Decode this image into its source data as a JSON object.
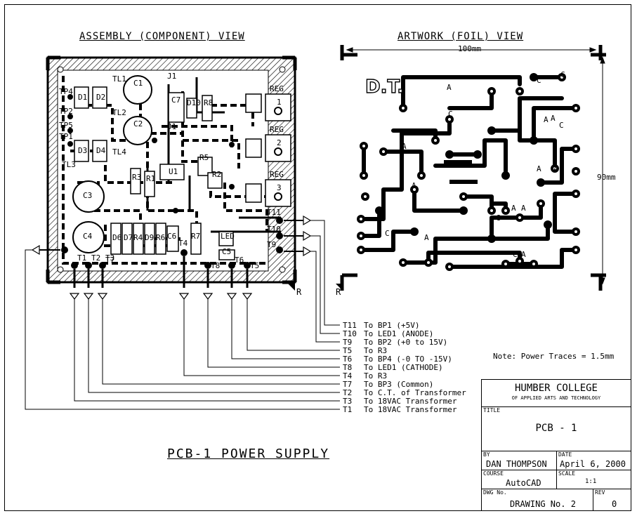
{
  "views": {
    "assembly_title": "ASSEMBLY (COMPONENT) VIEW",
    "artwork_title": "ARTWORK (FOIL) VIEW",
    "width_dim": "100mm",
    "height_dim": "90mm",
    "initials": "D.T.",
    "reg_labels": [
      "REG",
      "1",
      "REG",
      "2",
      "REG",
      "3"
    ],
    "assembly_labels": [
      "TP4",
      "TP2",
      "TP5",
      "TP1",
      "D1",
      "D2",
      "D3",
      "D4",
      "C1",
      "C2",
      "C3",
      "C4",
      "C5",
      "C6",
      "C7",
      "TL1",
      "TL2",
      "TL3",
      "TL4",
      "J1",
      "J1",
      "R1",
      "R2",
      "R3",
      "R4",
      "R5",
      "R6",
      "R7",
      "R8",
      "D6",
      "D7",
      "D9",
      "D10",
      "T1",
      "T2",
      "T3",
      "T4",
      "T5",
      "T6",
      "T7",
      "T8",
      "T9",
      "T10",
      "T11",
      "LED",
      "U1",
      "R"
    ],
    "foil_marks": [
      "A",
      "C",
      "A",
      "C",
      "C",
      "A",
      "A",
      "C",
      "A",
      "A",
      "A",
      "C",
      "C",
      "A",
      "A",
      "C",
      "A",
      "A",
      "R"
    ]
  },
  "connections": [
    {
      "term": "T11",
      "text": "To BP1 (+5V)"
    },
    {
      "term": "T10",
      "text": "To LED1 (ANODE)"
    },
    {
      "term": "T9",
      "text": "To BP2 (+0 to 15V)"
    },
    {
      "term": "T5",
      "text": "To R3"
    },
    {
      "term": "T6",
      "text": "To BP4 (-0 TO -15V)"
    },
    {
      "term": "T8",
      "text": "To LED1 (CATHODE)"
    },
    {
      "term": "T4",
      "text": "To R3"
    },
    {
      "term": "T7",
      "text": "To BP3 (Common)"
    },
    {
      "term": "T2",
      "text": "To C.T. of Transformer"
    },
    {
      "term": "T3",
      "text": "To 18VAC Transformer"
    },
    {
      "term": "T1",
      "text": "To 18VAC Transformer"
    }
  ],
  "note": "Note: Power Traces = 1.5mm",
  "drawing_title": "PCB-1 POWER SUPPLY",
  "title_block": {
    "college": "HUMBER COLLEGE",
    "college_sub": "OF APPLIED ARTS AND TECHNOLOGY",
    "title_label": "TITLE",
    "title_value": "PCB - 1",
    "by_label": "BY",
    "by_value": "DAN THOMPSON",
    "date_label": "DATE",
    "date_value": "April 6, 2000",
    "course_label": "COURSE",
    "course_value": "AutoCAD",
    "scale_label": "SCALE",
    "scale_value": "1:1",
    "dwg_label": "DWG No.",
    "dwg_value": "DRAWING No. 2",
    "rev_label": "REV",
    "rev_value": "0"
  }
}
